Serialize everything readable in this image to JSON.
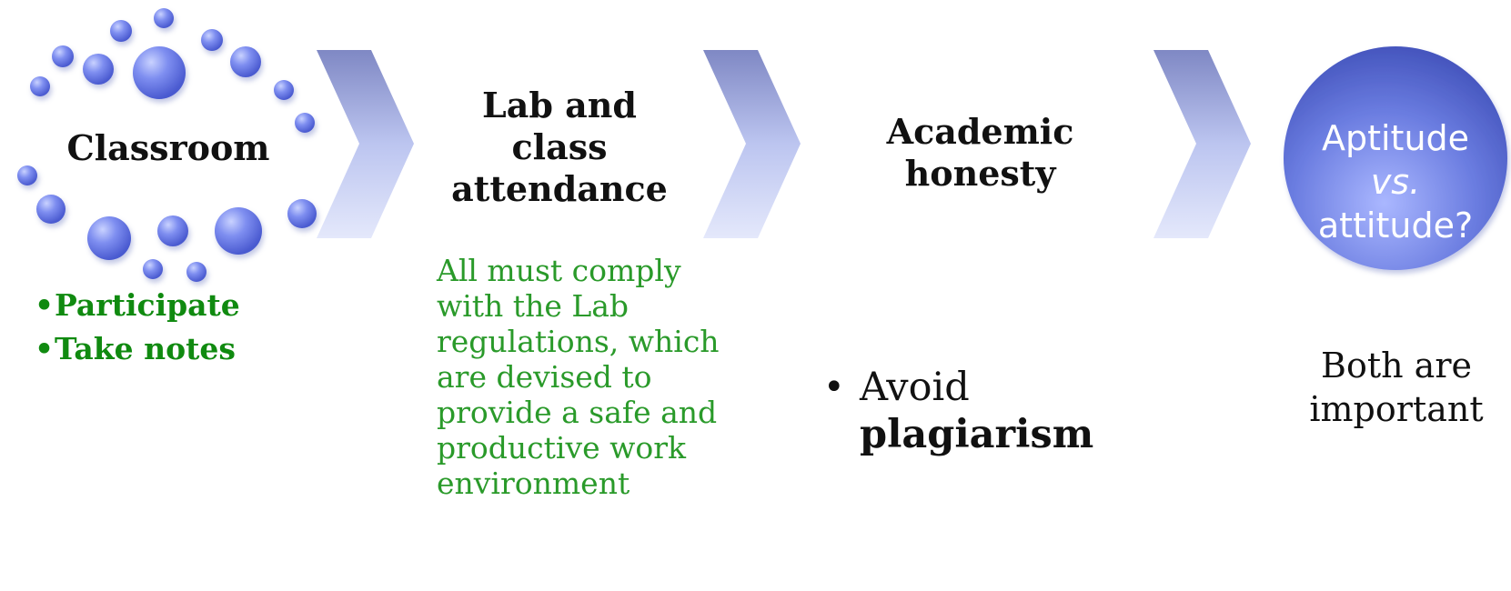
{
  "stages": [
    {
      "title_lines": [
        "Classroom"
      ]
    },
    {
      "title_lines": [
        "Lab and",
        "class",
        "attendance"
      ]
    },
    {
      "title_lines": [
        "Academic",
        "honesty"
      ]
    },
    {
      "title_lines": [
        "Aptitude",
        "vs.",
        "attitude?"
      ]
    }
  ],
  "classroom": {
    "bullets": [
      "Participate",
      "Take notes"
    ]
  },
  "lab": {
    "text": "All must comply with the Lab regulations, which are devised to provide a safe and productive work environment"
  },
  "honesty": {
    "bullet_prefix": "Avoid",
    "bullet_bold": "plagiarism"
  },
  "attitude": {
    "line1": "Both are",
    "line2": "important"
  },
  "colors": {
    "green_bold": "#108a10",
    "green_text": "#2a9a2a",
    "circle_blue": "#5a6fd6",
    "chevron": "#c8cff0"
  }
}
